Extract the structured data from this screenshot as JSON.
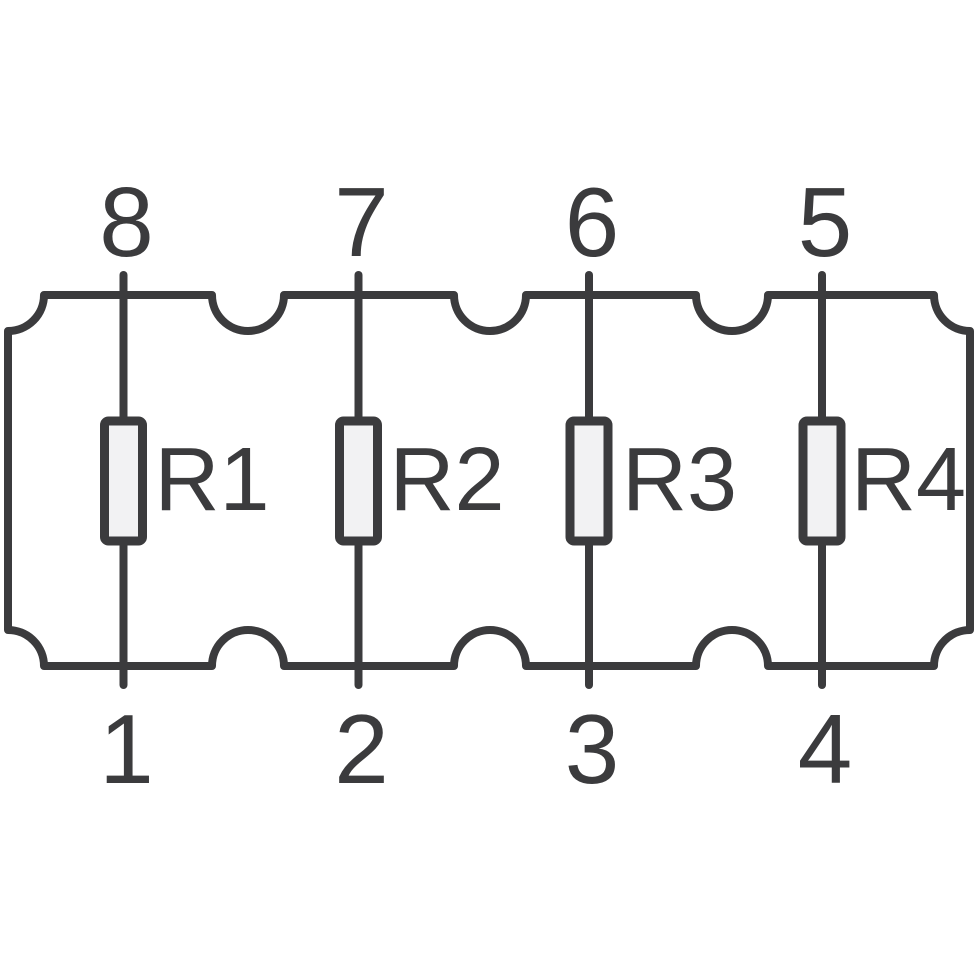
{
  "colors": {
    "line": "#3b3b3d",
    "background": "#ffffff",
    "resistor_fill": "#f2f2f3"
  },
  "pins": {
    "top": [
      "8",
      "7",
      "6",
      "5"
    ],
    "bottom": [
      "1",
      "2",
      "3",
      "4"
    ]
  },
  "resistors": [
    {
      "label": "R1"
    },
    {
      "label": "R2"
    },
    {
      "label": "R3"
    },
    {
      "label": "R4"
    }
  ]
}
